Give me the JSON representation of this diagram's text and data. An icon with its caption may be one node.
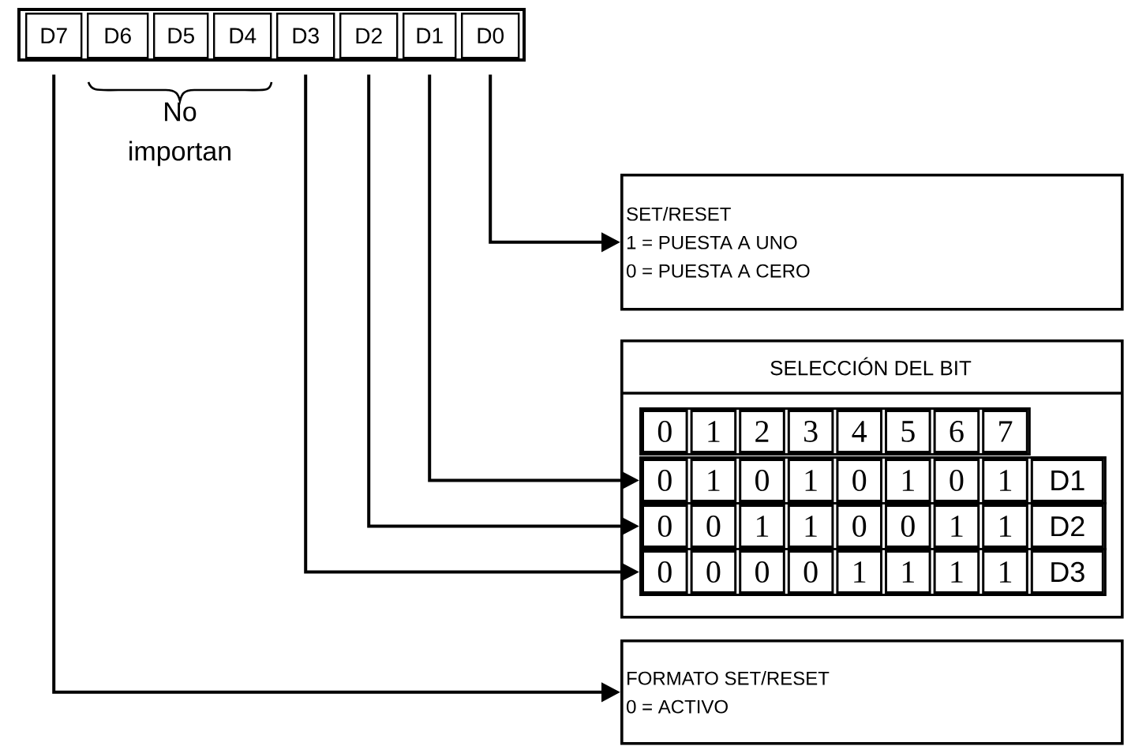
{
  "diagram": {
    "nodes": [
      {
        "text": [
          "D7"
        ]
      },
      {
        "text": [
          "D6"
        ]
      },
      {
        "text": [
          "D5"
        ]
      },
      {
        "text": [
          "D4"
        ]
      },
      {
        "text": [
          "D3"
        ]
      },
      {
        "text": [
          "D2"
        ]
      },
      {
        "text": [
          "D1"
        ]
      },
      {
        "text": [
          "D0"
        ]
      },
      {
        "text": [
          "SET/RESET",
          "1 = PUESTA A UNO",
          "0 = PUESTA A CERO"
        ]
      },
      {
        "text": [
          "SELECCIÓN DEL BIT"
        ]
      },
      {
        "text": [
          "0",
          "1",
          "2",
          "3",
          "4",
          "5",
          "6",
          "7"
        ],
        "in": 9
      },
      {
        "text": [
          "0",
          "1",
          "0",
          "1",
          "0",
          "1",
          "0",
          "1",
          "D1"
        ],
        "in": 9
      },
      {
        "text": [
          "0",
          "0",
          "1",
          "1",
          "0",
          "0",
          "1",
          "1",
          "D2"
        ],
        "in": 9
      },
      {
        "text": [
          "0",
          "0",
          "0",
          "0",
          "1",
          "1",
          "1",
          "1",
          "D3"
        ],
        "in": 9
      },
      {
        "text": [
          "FORMATO SET/RESET",
          "0 = ACTIVO"
        ]
      }
    ],
    "edges": [
      {
        "from": 7,
        "to": 8,
        "arrow": "to"
      },
      {
        "from": 6,
        "to": 11,
        "arrow": "to"
      },
      {
        "from": 5,
        "to": 12,
        "arrow": "to"
      },
      {
        "from": 4,
        "to": 13,
        "arrow": "to"
      },
      {
        "from": 0,
        "to": 14,
        "arrow": "to"
      }
    ],
    "labels": [
      "No importan"
    ]
  }
}
